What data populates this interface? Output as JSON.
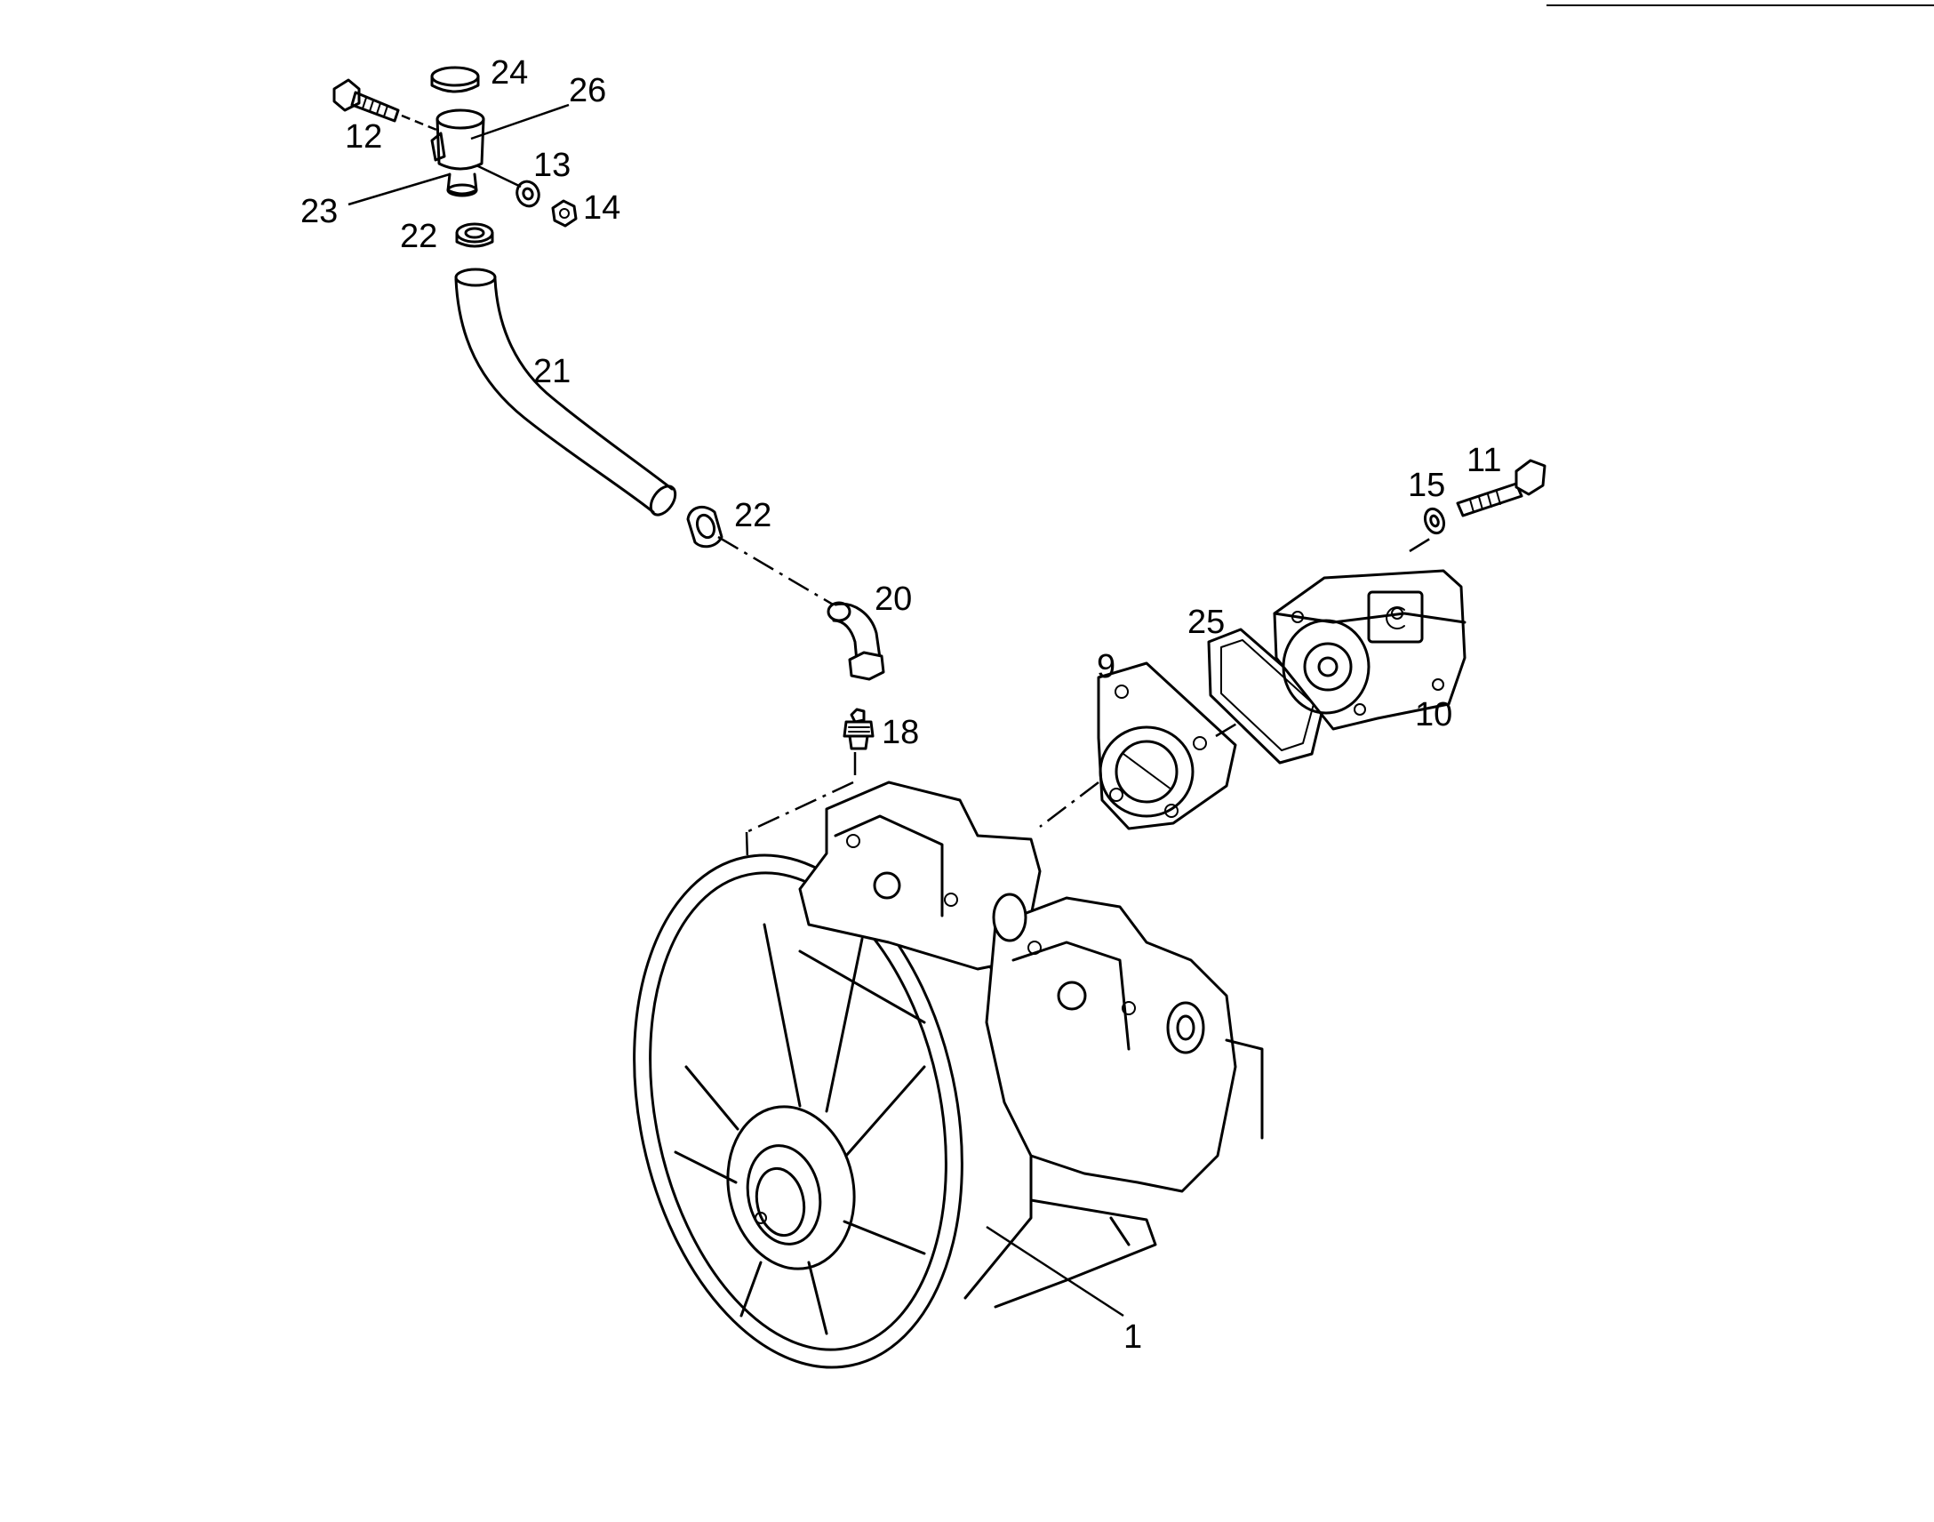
{
  "labels": {
    "p1": "1",
    "p9": "9",
    "p10": "10",
    "p11": "11",
    "p12": "12",
    "p13": "13",
    "p14": "14",
    "p15": "15",
    "p18": "18",
    "p20": "20",
    "p21": "21",
    "p22a": "22",
    "p22b": "22",
    "p23": "23",
    "p24": "24",
    "p25": "25",
    "p26": "26"
  },
  "colors": {
    "ink": "#000000",
    "paper": "#ffffff"
  }
}
